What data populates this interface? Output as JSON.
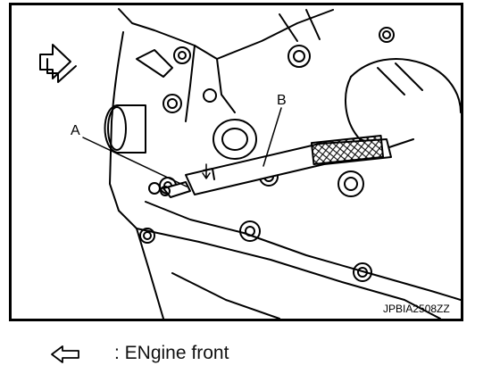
{
  "figure": {
    "callouts": {
      "a": "A",
      "b": "B"
    },
    "image_code": "JPBIA2508ZZ"
  },
  "legend": {
    "icon": "outline-arrow-left-icon",
    "text": ": ENgine front"
  },
  "colors": {
    "line": "#000000",
    "background": "#ffffff"
  }
}
